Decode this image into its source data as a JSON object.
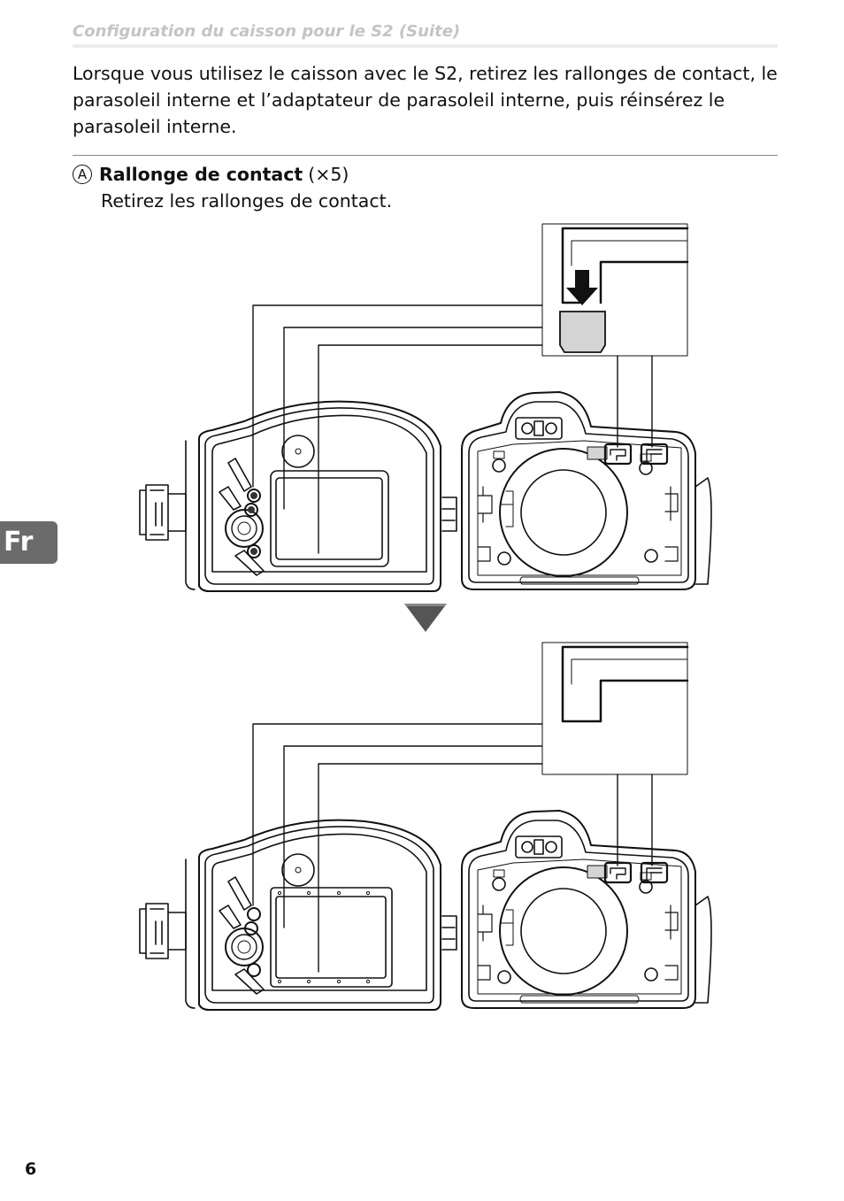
{
  "header": {
    "running_title": "Configuration du caisson pour le S2 (Suite)"
  },
  "intro": {
    "text": "Lorsque vous utilisez le caisson avec le S2, retirez les rallonges de contact, le parasoleil interne et l’adaptateur de parasoleil interne, puis réinsérez le parasoleil interne."
  },
  "item": {
    "label": "A",
    "title": "Rallonge de contact",
    "qty": "(×5)",
    "description": "Retirez les rallonges de contact."
  },
  "side_tab": {
    "label": "Fr"
  },
  "page": {
    "number": "6"
  },
  "figures": {
    "before": {
      "state": "with-contact-extensions"
    },
    "after": {
      "state": "without-contact-extensions"
    }
  },
  "colors": {
    "line": "#111111",
    "tab": "#6b6b6b",
    "extension_fill": "#d4d4d4"
  }
}
